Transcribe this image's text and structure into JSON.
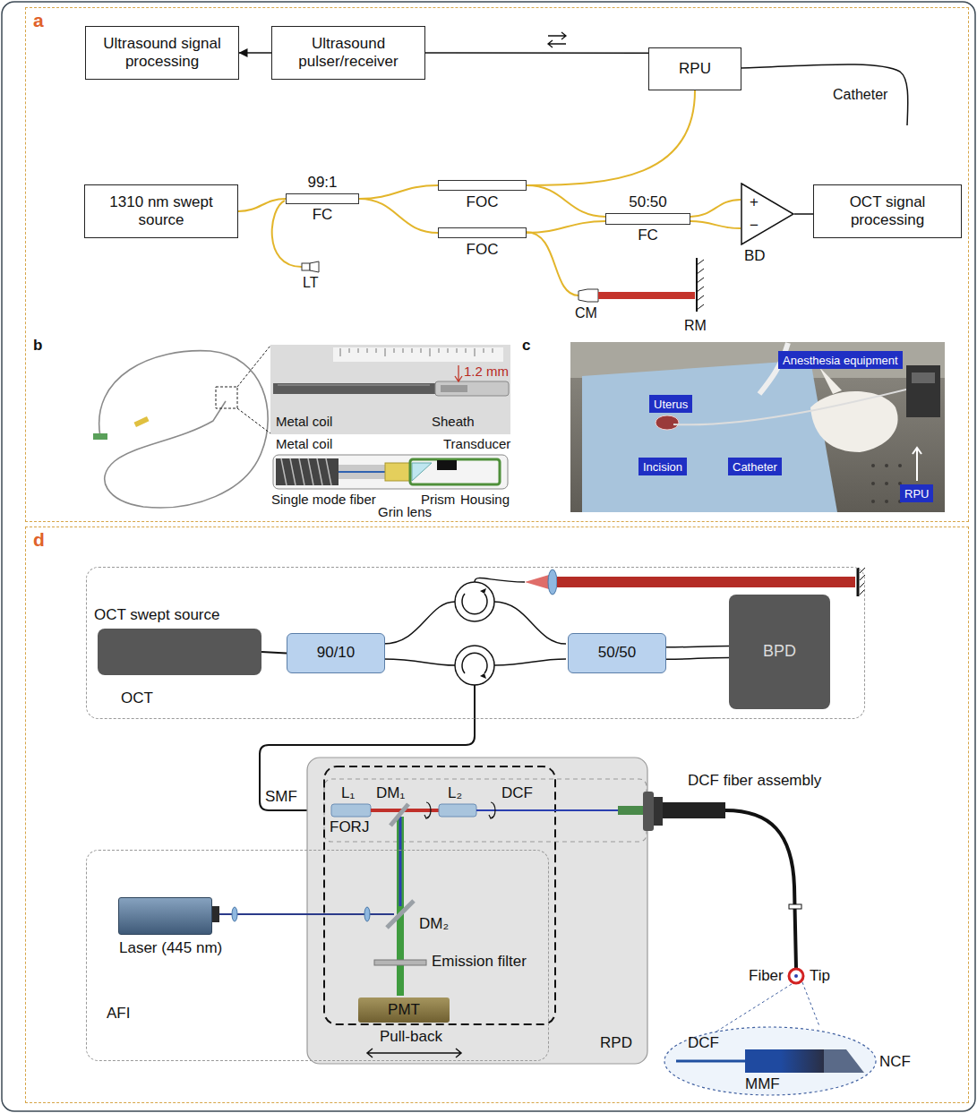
{
  "diagram": {
    "nodes": [
      {
        "text": [
          "a"
        ]
      },
      {
        "text": [
          "Ultrasound signal processing"
        ],
        "in": 0
      },
      {
        "text": [
          "Ultrasound pulser/receiver"
        ],
        "in": 0
      },
      {
        "text": [
          "RPU"
        ],
        "in": 0
      },
      {
        "text": [
          "1310 nm swept source"
        ],
        "in": 0
      },
      {
        "text": [
          "99:1",
          "FC"
        ],
        "in": 0
      },
      {
        "text": [
          "FOC"
        ],
        "in": 0
      },
      {
        "text": [
          "FOC"
        ],
        "in": 0
      },
      {
        "text": [
          "50:50",
          "FC"
        ],
        "in": 0
      },
      {
        "text": [
          "+",
          "−",
          "BD"
        ],
        "in": 0
      },
      {
        "text": [
          "OCT signal processing"
        ],
        "in": 0
      },
      {
        "text": [
          "Anesthesia equipment"
        ],
        "in": 0
      },
      {
        "text": [
          "Uterus"
        ],
        "in": 0
      },
      {
        "text": [
          "Incision"
        ],
        "in": 0
      },
      {
        "text": [
          "Catheter"
        ],
        "in": 0
      },
      {
        "text": [
          "RPU"
        ],
        "in": 0
      },
      {
        "text": [
          "d"
        ]
      },
      {
        "text": [
          "OCT"
        ],
        "in": 16
      },
      {
        "text": [
          "OCT swept source"
        ],
        "in": 17
      },
      {
        "text": [
          "90/10"
        ],
        "in": 17
      },
      {
        "text": [
          "50/50"
        ],
        "in": 17
      },
      {
        "text": [
          "BPD"
        ],
        "in": 17
      },
      {
        "text": [
          "AFI"
        ],
        "in": 16
      },
      {
        "text": [
          "Laser (445 nm)"
        ],
        "in": 22
      },
      {
        "text": [
          "PMT"
        ],
        "in": 22
      },
      {
        "text": [
          "RPD"
        ],
        "in": 16
      }
    ],
    "edges": [
      {
        "from": 2,
        "to": 1,
        "arrow": "to"
      },
      {
        "from": 3,
        "to": 2,
        "arrow": "none"
      },
      {
        "from": 4,
        "to": 5,
        "arrow": "none"
      },
      {
        "from": 5,
        "to": 6,
        "arrow": "none"
      },
      {
        "from": 5,
        "to": 7,
        "arrow": "none"
      },
      {
        "from": 6,
        "to": 3,
        "arrow": "none"
      },
      {
        "from": 6,
        "to": 8,
        "arrow": "none"
      },
      {
        "from": 7,
        "to": 8,
        "arrow": "none"
      },
      {
        "from": 8,
        "to": 9,
        "arrow": "none"
      },
      {
        "from": 9,
        "to": 10,
        "arrow": "none"
      },
      {
        "from": 18,
        "to": 19,
        "arrow": "none"
      },
      {
        "from": 20,
        "to": 21,
        "arrow": "none"
      }
    ],
    "labels": [
      "b",
      "c",
      "LT",
      "CM",
      "RM",
      "Catheter",
      "Metal coil",
      "1.2 mm",
      "Sheath",
      "Metal coil",
      "Transducer",
      "Single mode fiber",
      "Prism",
      "Housing",
      "Grin lens",
      "SMF",
      "L₁",
      "DM₁",
      "L₂",
      "DCF",
      "FORJ",
      "DCF fiber assembly",
      "Emission filter",
      "Pull-back",
      "Fiber",
      "Tip",
      "DCF",
      "MMF",
      "NCF",
      "DM₂"
    ]
  }
}
